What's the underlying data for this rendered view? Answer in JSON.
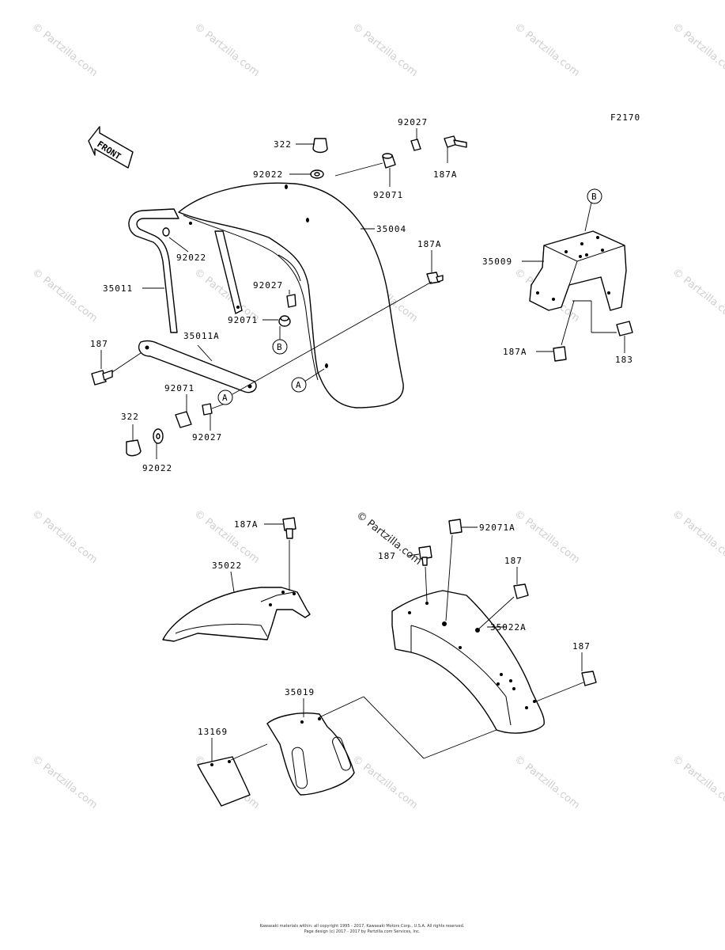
{
  "figure_code": "F2170",
  "front_arrow_label": "FRONT",
  "watermark": "© Partzilla.com",
  "copyright_line1": "Kawasaki materials within: all copyright 1995 - 2017, Kawasaki Motors Corp., U.S.A. All rights reserved.",
  "copyright_line2": "Page design (c) 2017 - 2017 by Partzilla.com Services, Inc.",
  "callouts": {
    "a": "A",
    "b": "B"
  },
  "part_labels": {
    "p322_top": "322",
    "p92027_top": "92027",
    "p187A_top": "187A",
    "p92022_top": "92022",
    "p92071_top": "92071",
    "p35004": "35004",
    "p92022_mid": "92022",
    "p35011": "35011",
    "p92027_mid": "92027",
    "p92071_mid": "92071",
    "p187A_mid": "187A",
    "p187_left": "187",
    "p35011A": "35011A",
    "p92071_low": "92071",
    "p92027_low": "92027",
    "p322_low": "322",
    "p92022_low": "92022",
    "p35009": "35009",
    "p187A_right": "187A",
    "p183": "183",
    "p187A_lower": "187A",
    "p35022": "35022",
    "p187_center": "187",
    "p92071A": "92071A",
    "p187_right1": "187",
    "p35022A": "35022A",
    "p187_right2": "187",
    "p35019": "35019",
    "p13169": "13169"
  }
}
